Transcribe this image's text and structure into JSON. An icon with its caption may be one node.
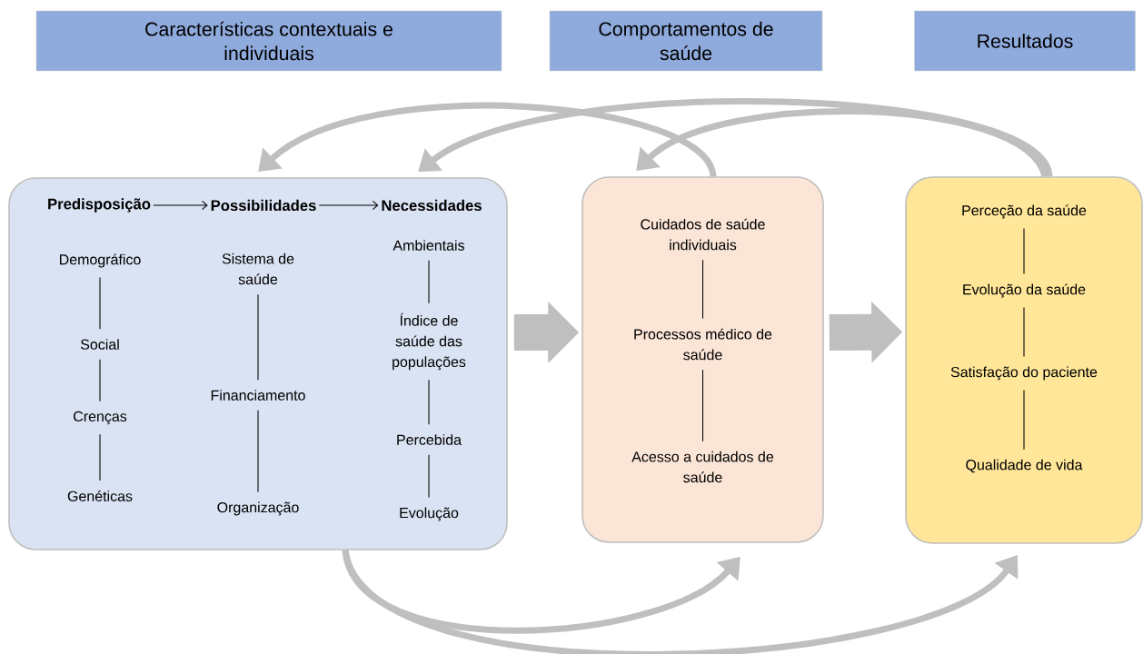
{
  "diagram": {
    "nodes": [
      {
        "text": [
          "Características contextuais e individuais"
        ]
      },
      {
        "text": [
          "Comportamentos de saúde"
        ]
      },
      {
        "text": [
          "Resultados"
        ]
      },
      {
        "text": [],
        "shape": "box"
      },
      {
        "text": [
          "Predisposição"
        ],
        "in": 3
      },
      {
        "text": [
          "Possibilidades"
        ],
        "in": 3
      },
      {
        "text": [
          "Necessidades"
        ],
        "in": 3
      },
      {
        "text": [
          "Demográfico"
        ],
        "in": 3
      },
      {
        "text": [
          "Social"
        ],
        "in": 3
      },
      {
        "text": [
          "Crenças"
        ],
        "in": 3
      },
      {
        "text": [
          "Genéticas"
        ],
        "in": 3
      },
      {
        "text": [
          "Sistema de saúde"
        ],
        "in": 3
      },
      {
        "text": [
          "Financiamento"
        ],
        "in": 3
      },
      {
        "text": [
          "Organização"
        ],
        "in": 3
      },
      {
        "text": [
          "Ambientais"
        ],
        "in": 3
      },
      {
        "text": [
          "Índice de saúde das populações"
        ],
        "in": 3
      },
      {
        "text": [
          "Percebida"
        ],
        "in": 3
      },
      {
        "text": [
          "Evolução"
        ],
        "in": 3
      },
      {
        "text": [],
        "shape": "box"
      },
      {
        "text": [
          "Cuidados de saúde individuais"
        ],
        "in": 18
      },
      {
        "text": [
          "Processos médico de saúde"
        ],
        "in": 18
      },
      {
        "text": [
          "Acesso a cuidados de saúde"
        ],
        "in": 18
      },
      {
        "text": [],
        "shape": "box"
      },
      {
        "text": [
          "Perceção da saúde"
        ],
        "in": 22
      },
      {
        "text": [
          "Evolução da saúde"
        ],
        "in": 22
      },
      {
        "text": [
          "Satisfação do paciente"
        ],
        "in": 22
      },
      {
        "text": [
          "Qualidade de vida"
        ],
        "in": 22
      }
    ],
    "edges": [
      {
        "from": 4,
        "to": 5,
        "arrow": "to"
      },
      {
        "from": 5,
        "to": 6,
        "arrow": "to"
      },
      {
        "from": 7,
        "to": 8,
        "arrow": "none"
      },
      {
        "from": 8,
        "to": 9,
        "arrow": "none"
      },
      {
        "from": 9,
        "to": 10,
        "arrow": "none"
      },
      {
        "from": 11,
        "to": 12,
        "arrow": "none"
      },
      {
        "from": 12,
        "to": 13,
        "arrow": "none"
      },
      {
        "from": 14,
        "to": 15,
        "arrow": "none"
      },
      {
        "from": 15,
        "to": 16,
        "arrow": "none"
      },
      {
        "from": 16,
        "to": 17,
        "arrow": "none"
      },
      {
        "from": 19,
        "to": 20,
        "arrow": "none"
      },
      {
        "from": 20,
        "to": 21,
        "arrow": "none"
      },
      {
        "from": 23,
        "to": 24,
        "arrow": "none"
      },
      {
        "from": 24,
        "to": 25,
        "arrow": "none"
      },
      {
        "from": 25,
        "to": 26,
        "arrow": "none"
      },
      {
        "from": 3,
        "to": 18,
        "arrow": "to",
        "style": "thick",
        "color": "#bfbfbf"
      },
      {
        "from": 18,
        "to": 22,
        "arrow": "to",
        "style": "thick",
        "color": "#bfbfbf"
      },
      {
        "from": 18,
        "to": 3,
        "arrow": "to",
        "style": "thick",
        "color": "#bfbfbf"
      },
      {
        "from": 22,
        "to": 3,
        "arrow": "to",
        "style": "thick",
        "color": "#bfbfbf"
      },
      {
        "from": 22,
        "to": 18,
        "arrow": "to",
        "style": "thick",
        "color": "#bfbfbf"
      },
      {
        "from": 3,
        "to": 18,
        "arrow": "to",
        "style": "thick",
        "color": "#bfbfbf"
      },
      {
        "from": 3,
        "to": 22,
        "arrow": "to",
        "style": "thick",
        "color": "#bfbfbf"
      }
    ]
  }
}
